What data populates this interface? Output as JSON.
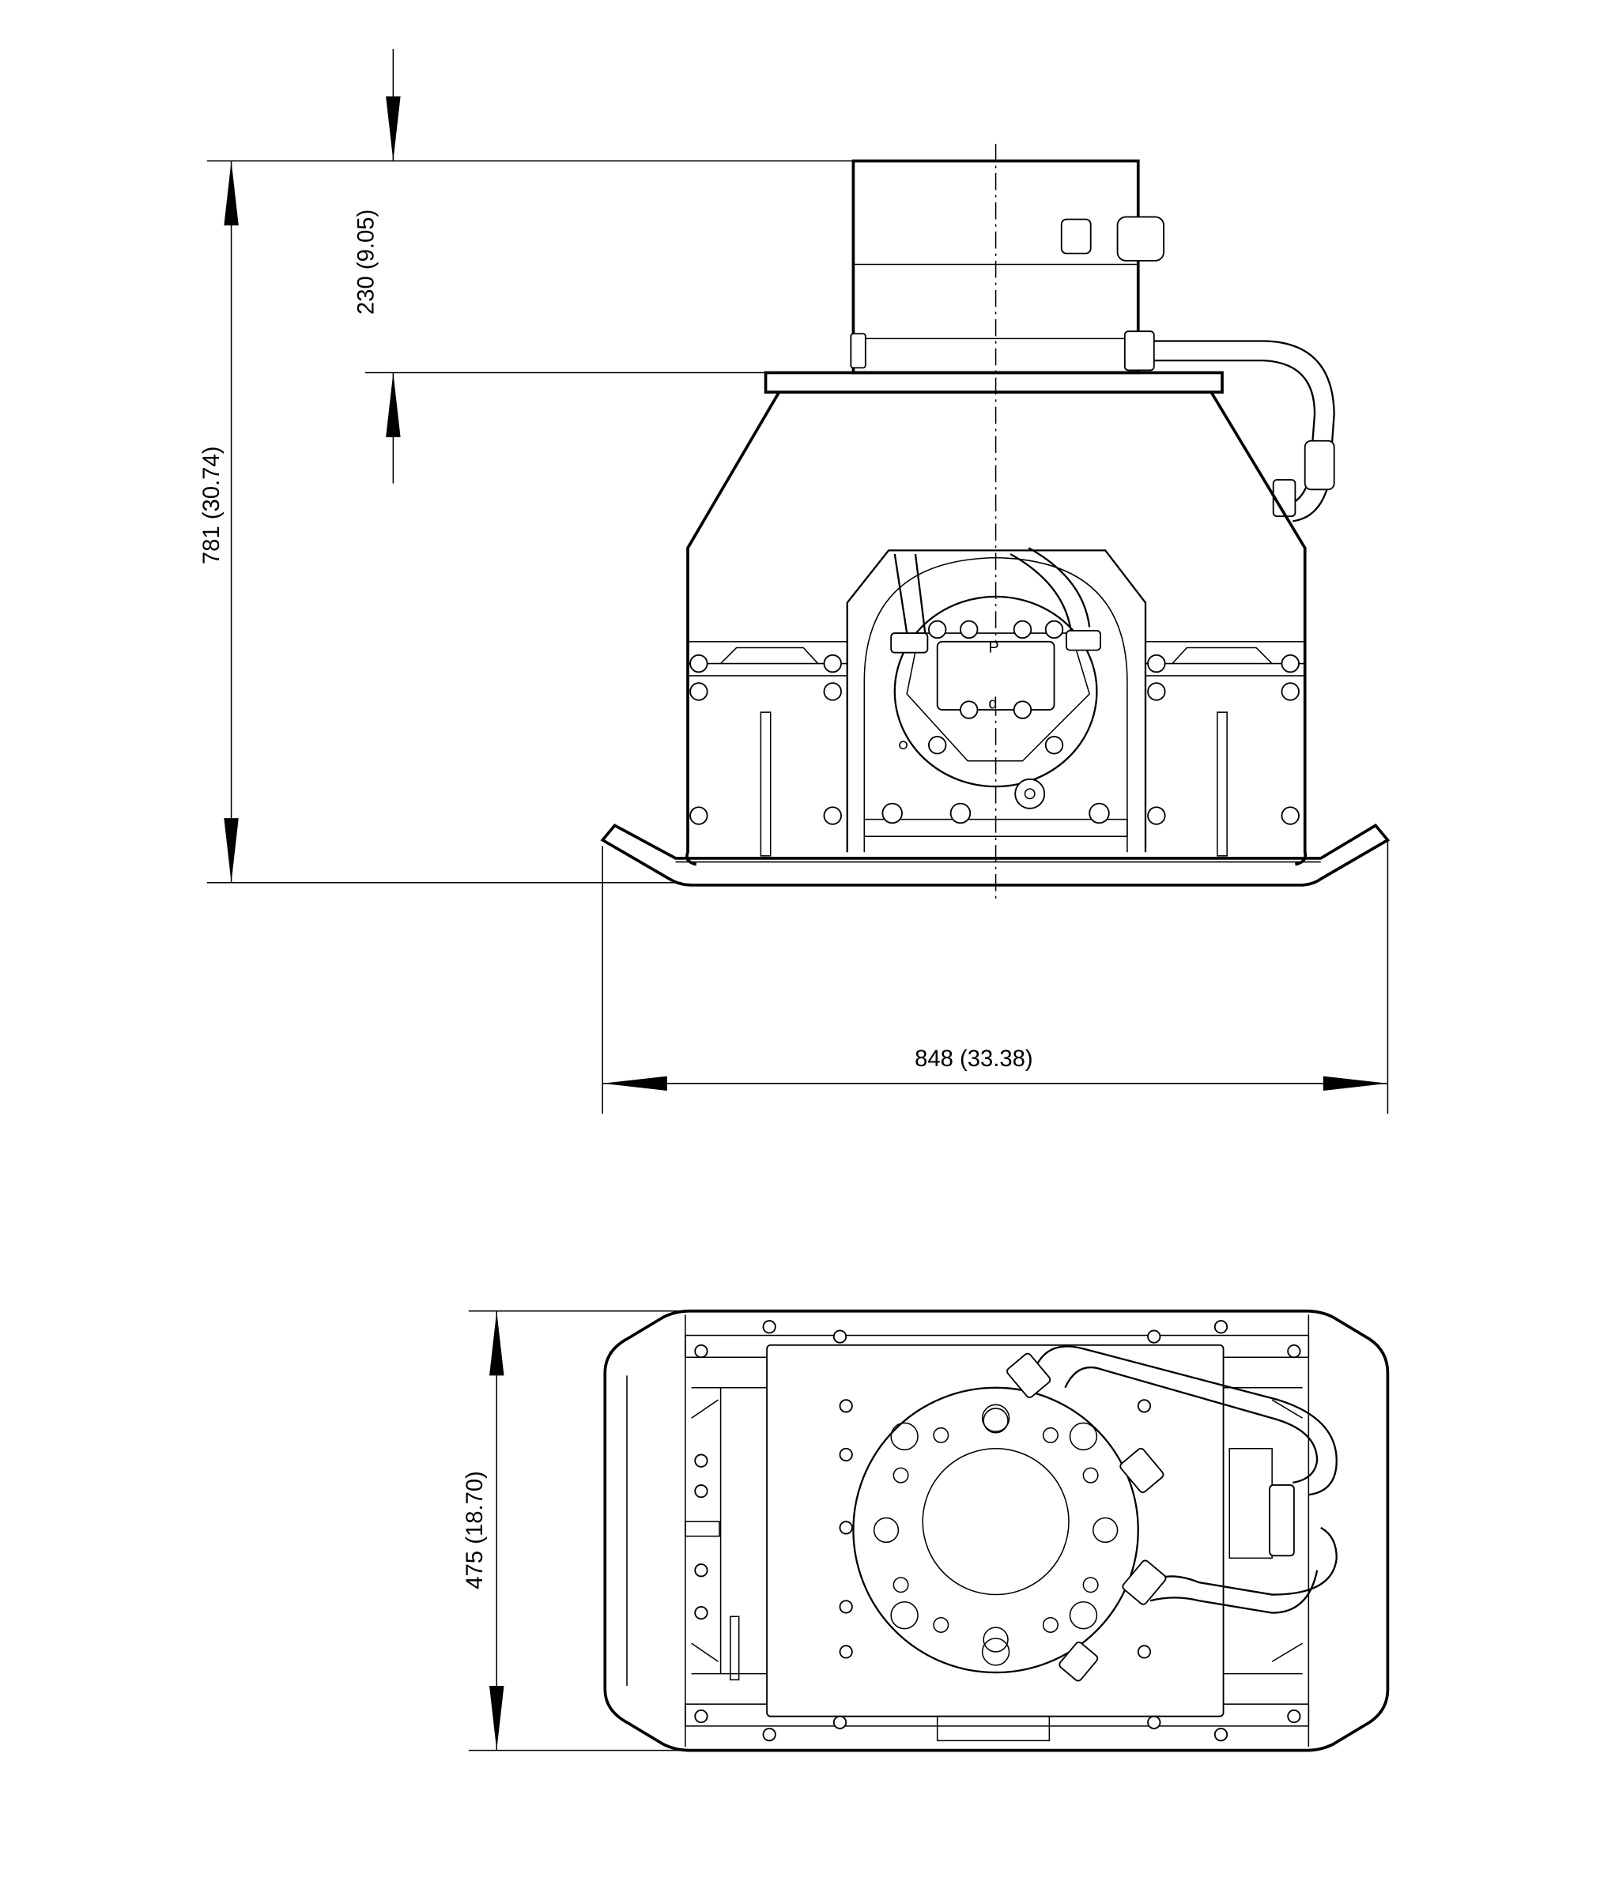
{
  "drawing": {
    "front_view": {
      "dimension_total_height": "781 (30.74)",
      "dimension_top_box_height": "230 (9.05)",
      "dimension_width": "848 (33.38)",
      "port_labels": [
        "P",
        "d"
      ]
    },
    "top_view": {
      "dimension_depth": "475 (18.70)"
    }
  }
}
